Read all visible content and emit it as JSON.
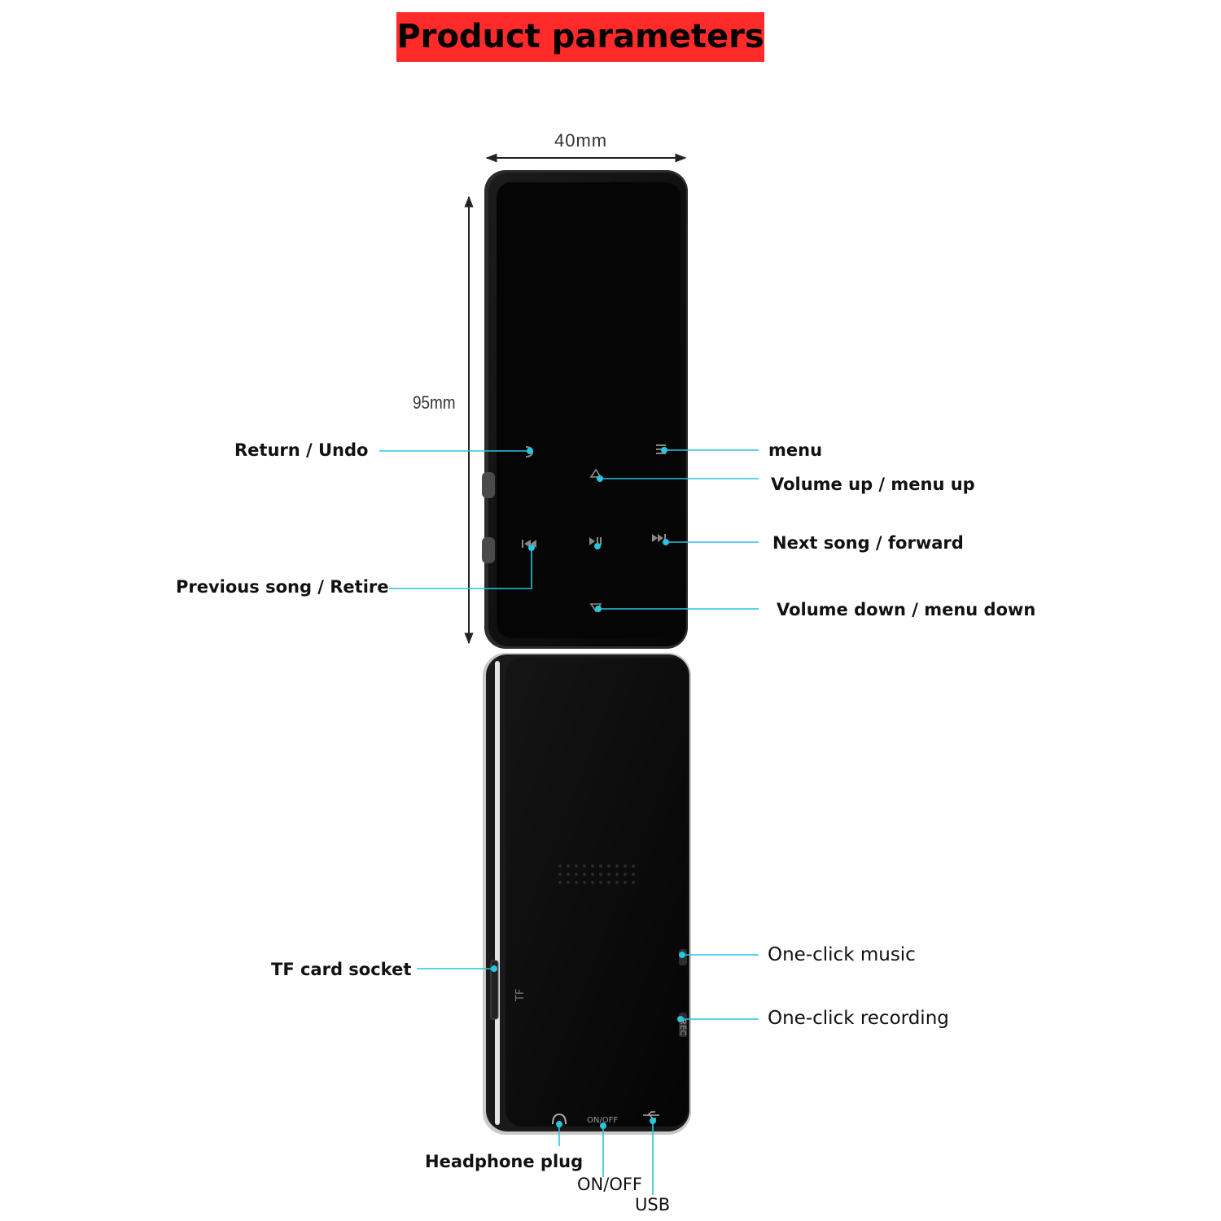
{
  "title": "Product parameters",
  "dimensions": {
    "width": "40mm",
    "height": "95mm"
  },
  "front_labels": {
    "return_undo": "Return / Undo",
    "menu": "menu",
    "volume_up": "Volume up / menu up",
    "next_song": "Next song / forward",
    "previous_song": "Previous song / Retire",
    "volume_down": "Volume down / menu down"
  },
  "back_labels": {
    "tf_card_socket": "TF card socket",
    "one_click_music": "One-click music",
    "one_click_recording": "One-click recording",
    "headphone_plug": "Headphone plug",
    "on_off": "ON/OFF",
    "usb": "USB"
  },
  "device_markings": {
    "tf": "TF",
    "on_off": "ON/OFF",
    "rec": "REC"
  },
  "colors": {
    "title_bg": "#ff2a2a",
    "callout": "#29c4e0",
    "device": "#0b0b0b"
  }
}
